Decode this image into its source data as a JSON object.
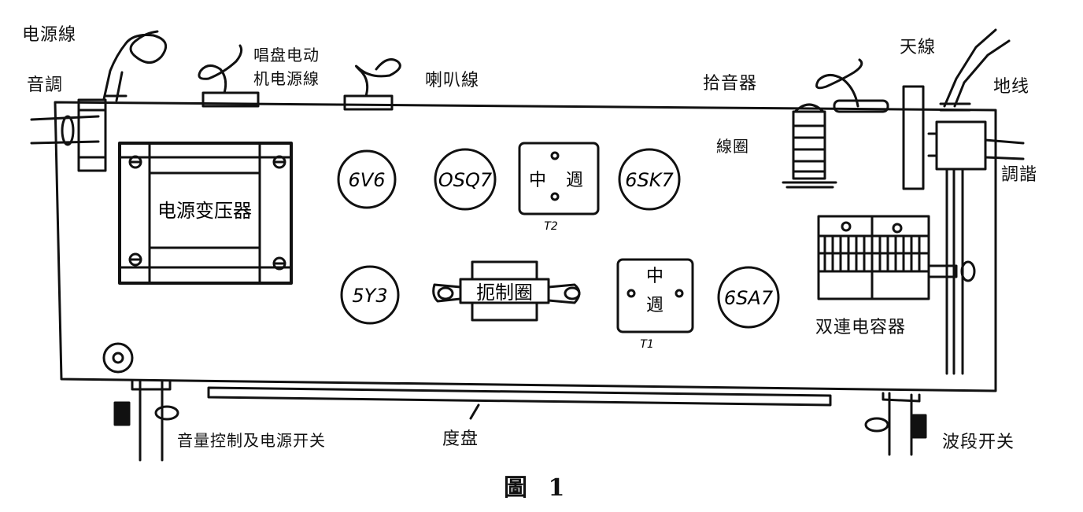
{
  "labels": {
    "power_cord": "电源線",
    "tone": "音調",
    "turntable_power_line_1": "唱盘电动",
    "turntable_power_line_2": "机电源線",
    "speaker_line": "喇叭線",
    "pickup": "拾音器",
    "antenna": "天線",
    "ground": "地线",
    "coil": "線圈",
    "tuning": "調諧",
    "dual_capacitor": "双連电容器",
    "volume_power_switch": "音量控制及电源开关",
    "dial": "度盘",
    "band_switch": "波段开关",
    "figure_caption": "圖 1"
  },
  "parts": {
    "power_transformer": "电源变压器",
    "choke": "扼制圈",
    "if_top_1": "中",
    "if_top_2": "週",
    "if_top_sub": "T2",
    "if_bottom_1": "中",
    "if_bottom_2": "週",
    "if_bottom_sub": "T1"
  },
  "tubes": {
    "t1": "6V6",
    "t2": "OSQ7",
    "t3": "6SK7",
    "t4": "5Y3",
    "t5": "6SA7"
  }
}
